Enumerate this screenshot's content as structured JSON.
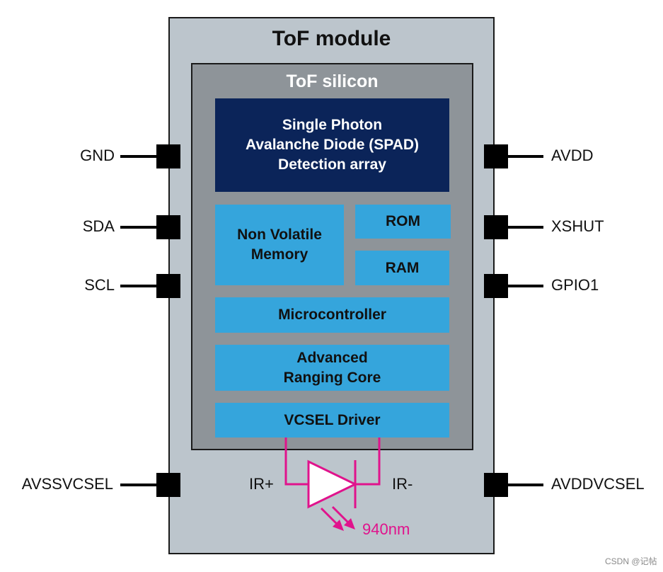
{
  "module": {
    "title": "ToF module"
  },
  "silicon": {
    "title": "ToF silicon"
  },
  "blocks": {
    "spad": "Single Photon\nAvalanche Diode (SPAD)\nDetection array",
    "nvm": "Non Volatile\nMemory",
    "rom": "ROM",
    "ram": "RAM",
    "micro": "Microcontroller",
    "arc": "Advanced\nRanging Core",
    "vcsel": "VCSEL Driver"
  },
  "pins_left": [
    {
      "label": "GND"
    },
    {
      "label": "SDA"
    },
    {
      "label": "SCL"
    },
    {
      "label": "AVSSVCSEL"
    }
  ],
  "pins_right": [
    {
      "label": "AVDD"
    },
    {
      "label": "XSHUT"
    },
    {
      "label": "GPIO1"
    },
    {
      "label": "AVDDVCSEL"
    }
  ],
  "diode": {
    "anode_label": "IR+",
    "cathode_label": "IR-",
    "wavelength": "940nm"
  },
  "colors": {
    "module_bg": "#bcc5cc",
    "silicon_bg": "#8e9499",
    "spad_bg": "#0b2459",
    "block_bg": "#35a5dc",
    "laser": "#e0138c"
  },
  "watermark": "CSDN @记帖"
}
